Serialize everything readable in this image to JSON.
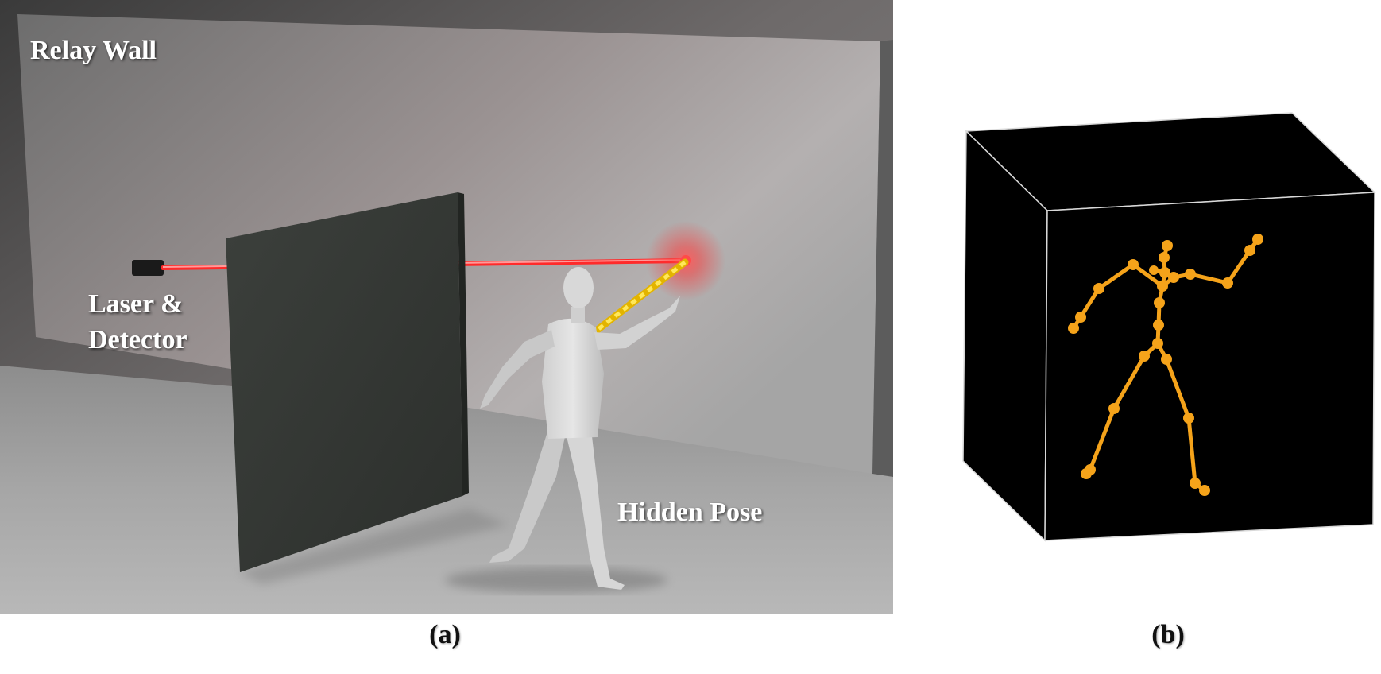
{
  "panel_a": {
    "labels": {
      "relay_wall": "Relay Wall",
      "laser_line1": "Laser &",
      "laser_line2": "Detector",
      "hidden_pose": "Hidden Pose"
    },
    "caption": "(a)",
    "colors": {
      "laser": "#ff2a2a",
      "return_path": "#f5c518",
      "occluder": "#3a3e3a"
    }
  },
  "panel_b": {
    "caption": "(b)",
    "colors": {
      "volume": "#000000",
      "skeleton": "#f5a31a",
      "edges": "#d9d9d9"
    }
  }
}
